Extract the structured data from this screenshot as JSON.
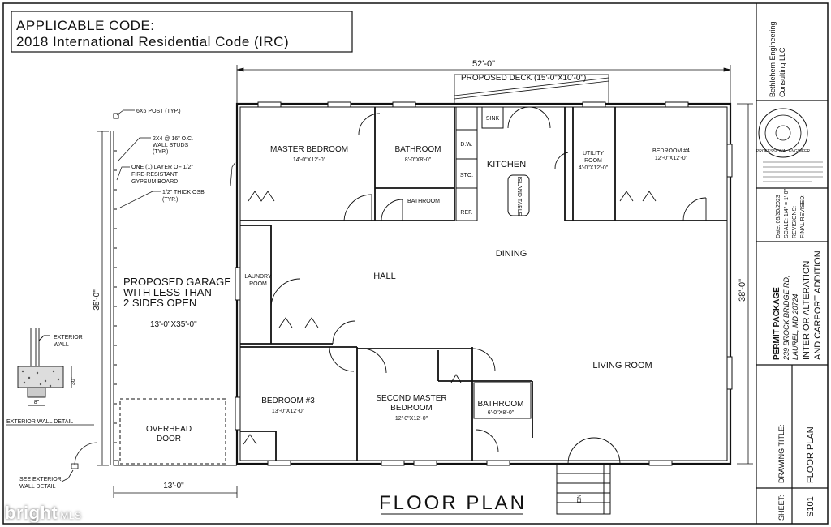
{
  "code": {
    "line1": "APPLICABLE CODE:",
    "line2": "2018 International Residential Code (IRC)"
  },
  "dims": {
    "overall_width": "52'-0\"",
    "overall_depth": "38'-0\"",
    "garage_depth": "35'-0\"",
    "garage_width": "13'-0\"",
    "footing_depth": "30\"",
    "footing_width": "8\""
  },
  "deck": "PROPOSED DECK (15'-0\"X10'-0\")",
  "rooms": {
    "master_bedroom": {
      "name": "MASTER BEDROOM",
      "size": "14'-0\"X12'-0\""
    },
    "bathroom_1": {
      "name": "BATHROOM",
      "size": "8'-0\"X8'-0\""
    },
    "bathroom_2": {
      "name": "BATHROOM"
    },
    "kitchen": {
      "name": "KITCHEN"
    },
    "island": {
      "name": "ISLAND TABLE"
    },
    "sink": "SINK",
    "dw": "D.W.",
    "sto": "STO.",
    "ref": "REF.",
    "utility": {
      "line1": "UTILITY",
      "line2": "ROOM",
      "size": "4'-0\"X12'-0\""
    },
    "bedroom_4": {
      "name": "BEDROOM #4",
      "size": "12'-0\"X12'-0\""
    },
    "laundry": {
      "line1": "LAUNDRY",
      "line2": "ROOM"
    },
    "hall": "HALL",
    "dining": "DINING",
    "living": "LIVING ROOM",
    "bedroom_3": {
      "name": "BEDROOM #3",
      "size": "13'-0\"X12'-0\""
    },
    "second_master": {
      "line1": "SECOND MASTER",
      "line2": "BEDROOM",
      "size": "12'-0\"X12'-0\""
    },
    "bathroom_3": {
      "name": "BATHROOM",
      "size": "6'-0\"X8'-0\""
    }
  },
  "garage": {
    "line1": "PROPOSED GARAGE",
    "line2": "WITH LESS THAN",
    "line3": "2 SIDES OPEN",
    "size": "13'-0\"X35'-0\"",
    "door1": "OVERHEAD",
    "door2": "DOOR"
  },
  "notes": {
    "post": "6X6 POST (TYP.)",
    "studs1": "2X4 @ 16\" O.C.",
    "studs2": "WALL STUDS",
    "studs3": "(TYP.)",
    "gyp1": "ONE (1) LAYER OF 1/2\"",
    "gyp2": "FIRE-RESISTANT",
    "gyp3": "GYPSUM BOARD",
    "osb1": "1/2\" THICK OSB",
    "osb2": "(TYP.)",
    "ext1": "EXTERIOR",
    "ext2": "WALL",
    "detail": "EXTERIOR WALL DETAIL",
    "see1": "SEE EXTERIOR",
    "see2": "WALL DETAIL"
  },
  "stair": "DN",
  "title": "FLOOR PLAN",
  "title_block": {
    "firm1": "Bethlehem Engineering",
    "firm2": "Consulting LLC",
    "seal": "PROFESSIONAL ENGINEER",
    "date": "Date: 05/30/2023",
    "scale": "SCALE: 1/4\" = 1'-0\"",
    "revisions": "REVISIONS:",
    "final": "FINAL REVISED:",
    "pkg1": "PERMIT PACKAGE",
    "pkg2": "239 BROCK BRIDGE RD,",
    "pkg3": "LAUREL, MD 20724",
    "pkg4": "INTERIOR ALTERATION",
    "pkg5": "AND CARPORT ADDITION",
    "drawing_title_label": "DRAWING TITLE:",
    "drawing_title": "FLOOR PLAN",
    "sheet_label": "SHEET:",
    "sheet": "S101"
  },
  "watermark": {
    "brand": "bright",
    "suffix": "MLS"
  }
}
